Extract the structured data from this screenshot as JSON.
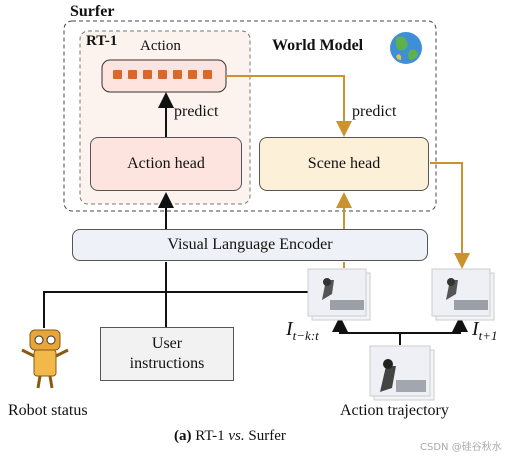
{
  "surfer_label": "Surfer",
  "rt1_label": "RT-1",
  "world_model_label": "World Model",
  "action_label": "Action",
  "predict_left": "predict",
  "predict_right": "predict",
  "action_head": "Action head",
  "scene_head": "Scene head",
  "encoder": "Visual Language Encoder",
  "user_instructions": "User instructions",
  "robot_status": "Robot status",
  "action_trajectory": "Action trajectory",
  "obs_past_label": "I",
  "obs_past_sub": "t−k:t",
  "obs_next_label": "I",
  "obs_next_sub": "t+1",
  "caption_a": "(a)",
  "caption_rest": "RT-1",
  "caption_vs": "vs.",
  "caption_end": "Surfer",
  "watermark": "CSDN @硅谷秋水",
  "colors": {
    "action_head_fill": "#fde4df",
    "scene_head_fill": "#fdf0d8",
    "encoder_fill": "#eef1f7",
    "rt1_fill": "#fdf3ee",
    "token": "#d9682a",
    "arrow_gold": "#c9932f"
  }
}
